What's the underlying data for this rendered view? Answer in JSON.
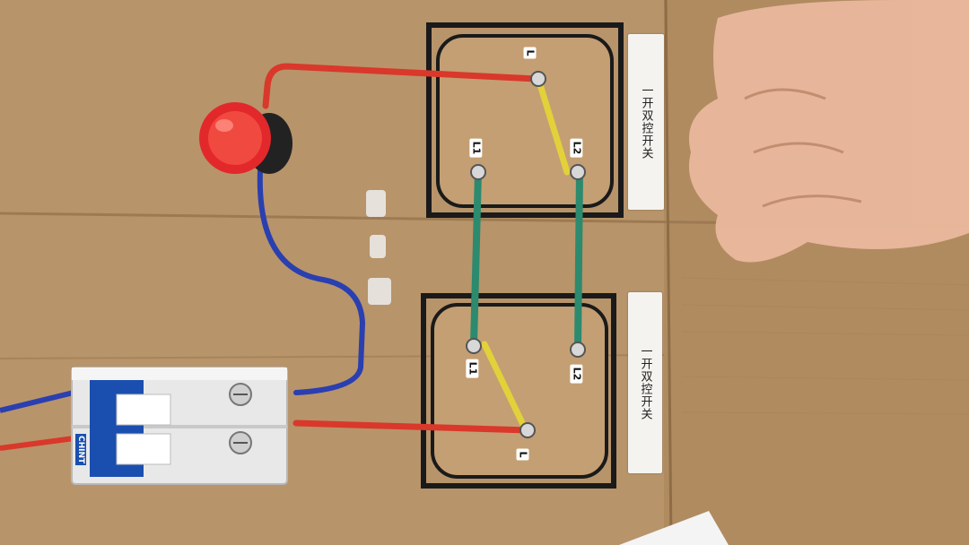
{
  "panel_labels": {
    "upper_switch": "一开双控开关",
    "lower_switch": "一开双控开关"
  },
  "terminal_labels": {
    "upper_L": "L",
    "upper_L1": "L1",
    "upper_L2": "L2",
    "lower_L1": "L1",
    "lower_L2": "L2",
    "lower_L": "L"
  },
  "breaker_brand": "CHINT",
  "colors": {
    "cardboard": "#b8946a",
    "live_wire": "#d9382b",
    "neutral_wire": "#2a3fb0",
    "traveler_wire": "#2c8a6e",
    "bridge_wire": "#e3d13a",
    "lamp": "#e3282c"
  }
}
